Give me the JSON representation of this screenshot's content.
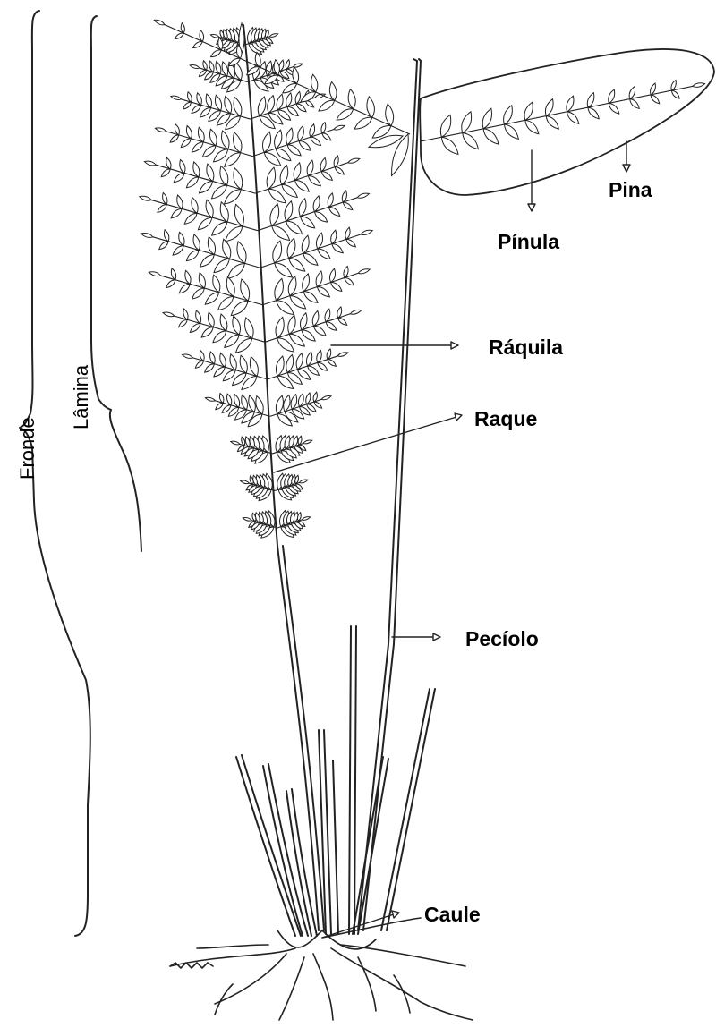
{
  "labels": {
    "fronde": "Fronde",
    "lamina": "Lâmina",
    "pina": "Pina",
    "pinula": "Pínula",
    "raquila": "Ráquila",
    "raque": "Raque",
    "peciolo": "Pecíolo",
    "caule": "Caule"
  },
  "colors": {
    "ink": "#222222",
    "background": "#ffffff"
  }
}
